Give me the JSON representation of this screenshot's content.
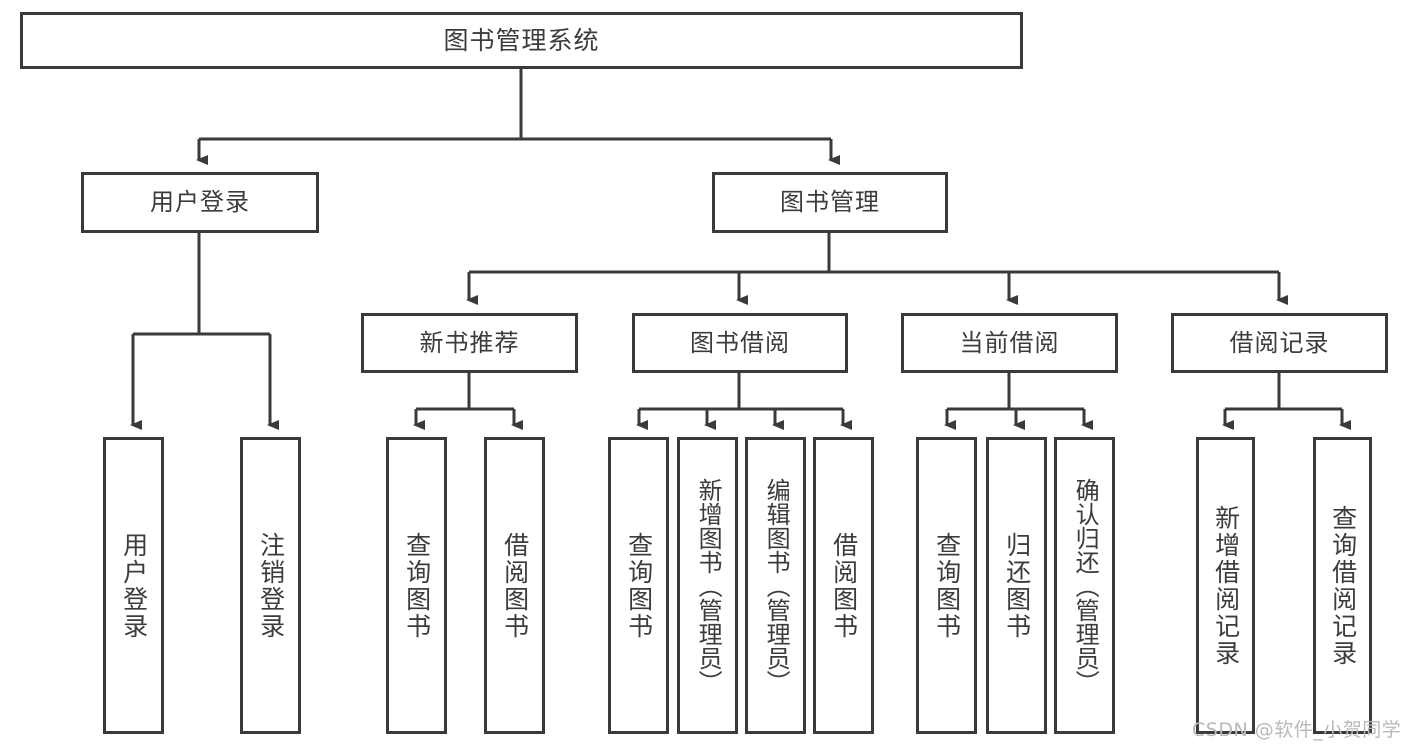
{
  "diagram": {
    "title": "图书管理系统",
    "root": {
      "label": "图书管理系统"
    },
    "level2": [
      {
        "label": "用户登录"
      },
      {
        "label": "图书管理"
      }
    ],
    "level3": [
      {
        "label": "新书推荐"
      },
      {
        "label": "图书借阅"
      },
      {
        "label": "当前借阅"
      },
      {
        "label": "借阅记录"
      }
    ],
    "leaves": {
      "user_login": [
        {
          "label": "用户登录"
        },
        {
          "label": "注销登录"
        }
      ],
      "new_book_recommend": [
        {
          "label": "查询图书"
        },
        {
          "label": "借阅图书"
        }
      ],
      "book_borrow": [
        {
          "label": "查询图书"
        },
        {
          "label": "新增图书（管理员）"
        },
        {
          "label": "编辑图书（管理员）"
        },
        {
          "label": "借阅图书"
        }
      ],
      "current_borrow": [
        {
          "label": "查询图书"
        },
        {
          "label": "归还图书"
        },
        {
          "label": "确认归还（管理员）"
        }
      ],
      "borrow_record": [
        {
          "label": "新增借阅记录"
        },
        {
          "label": "查询借阅记录"
        }
      ]
    }
  },
  "watermark": {
    "text": "CSDN @软件_小贺同学"
  },
  "colors": {
    "stroke": "#3a3a3a",
    "text": "#3c3c3c",
    "background": "#ffffff",
    "watermark": "#b9b9b9"
  }
}
